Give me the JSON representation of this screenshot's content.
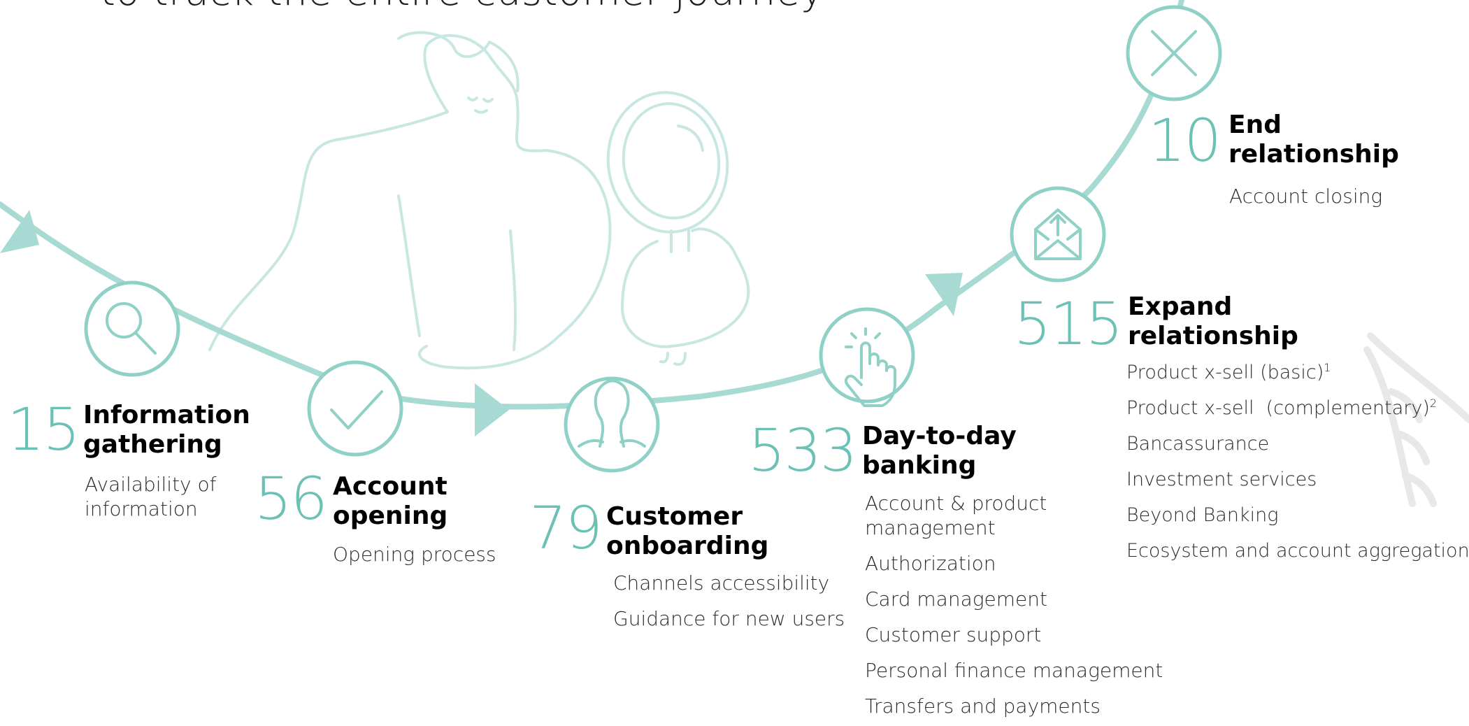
{
  "title": "to track the entire customer journey",
  "accent_color": "#6cc1b6",
  "path_color": "#a7dad3",
  "stages": [
    {
      "id": "information-gathering",
      "icon": "search-icon",
      "count": "15",
      "label_lines": [
        "Information",
        "gathering"
      ],
      "items": [
        {
          "text": "Availability of information"
        }
      ]
    },
    {
      "id": "account-opening",
      "icon": "check-icon",
      "count": "56",
      "label_lines": [
        "Account",
        "opening"
      ],
      "items": [
        {
          "text": "Opening process"
        }
      ]
    },
    {
      "id": "customer-onboarding",
      "icon": "user-icon",
      "count": "79",
      "label_lines": [
        "Customer",
        "onboarding"
      ],
      "items": [
        {
          "text": "Channels accessibility"
        },
        {
          "text": "Guidance for new users"
        }
      ]
    },
    {
      "id": "day-to-day-banking",
      "icon": "tap-hand-icon",
      "count": "533",
      "label_lines": [
        "Day-to-day",
        "banking"
      ],
      "items": [
        {
          "text": "Account & product management"
        },
        {
          "text": "Authorization"
        },
        {
          "text": "Card management"
        },
        {
          "text": "Customer support"
        },
        {
          "text": "Personal finance management"
        },
        {
          "text": "Transfers and payments"
        }
      ]
    },
    {
      "id": "expand-relationship",
      "icon": "envelope-upload-icon",
      "count": "515",
      "label_lines": [
        "Expand",
        "relationship"
      ],
      "items": [
        {
          "text": "Product x-sell (basic)",
          "sup": "1"
        },
        {
          "text": "Product x-sell  (complementary)",
          "sup": "2"
        },
        {
          "text": "Bancassurance"
        },
        {
          "text": "Investment services"
        },
        {
          "text": "Beyond Banking"
        },
        {
          "text": "Ecosystem and account aggregation"
        }
      ]
    },
    {
      "id": "end-relationship",
      "icon": "close-icon",
      "count": "10",
      "label_lines": [
        "End",
        "relationship"
      ],
      "items": [
        {
          "text": "Account closing"
        }
      ]
    }
  ]
}
